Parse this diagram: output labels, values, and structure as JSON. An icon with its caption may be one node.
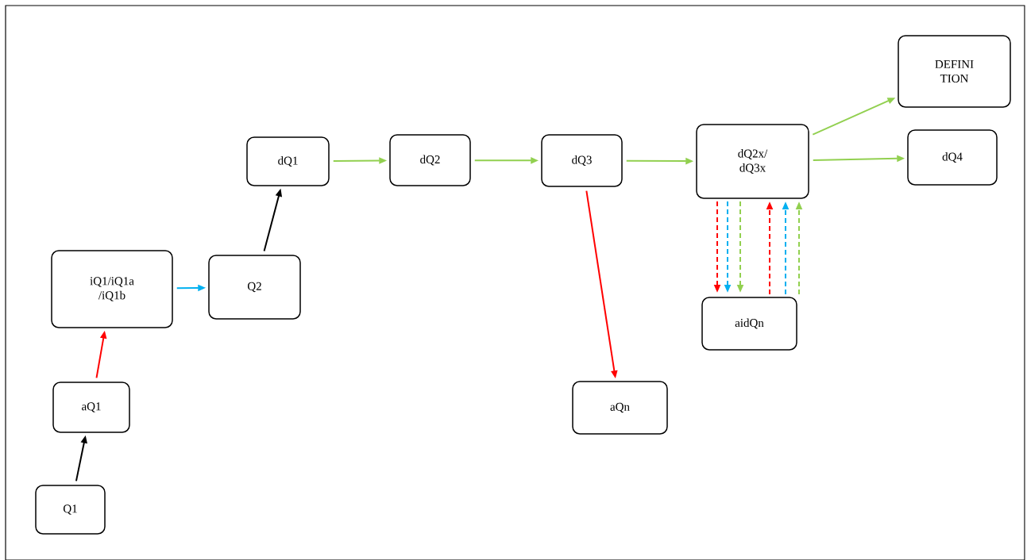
{
  "diagram": {
    "nodes": [
      {
        "text": [
          "Q1"
        ]
      },
      {
        "text": [
          "aQ1"
        ]
      },
      {
        "text": [
          "iQ1/iQ1a /iQ1b"
        ]
      },
      {
        "text": [
          "Q2"
        ]
      },
      {
        "text": [
          "dQ1"
        ]
      },
      {
        "text": [
          "dQ2"
        ]
      },
      {
        "text": [
          "dQ3"
        ]
      },
      {
        "text": [
          "dQ2x/ dQ3x"
        ]
      },
      {
        "text": [
          "DEFINI TION"
        ]
      },
      {
        "text": [
          "dQ4"
        ]
      },
      {
        "text": [
          "aidQn"
        ]
      },
      {
        "text": [
          "aQn"
        ]
      }
    ],
    "edges": [
      {
        "from": 0,
        "to": 1,
        "arrow": "to",
        "color": "#000000"
      },
      {
        "from": 1,
        "to": 2,
        "arrow": "to",
        "color": "#ff0000"
      },
      {
        "from": 2,
        "to": 3,
        "arrow": "to",
        "color": "#00b0f0"
      },
      {
        "from": 3,
        "to": 4,
        "arrow": "to",
        "color": "#000000"
      },
      {
        "from": 4,
        "to": 5,
        "arrow": "to"
      },
      {
        "from": 5,
        "to": 6,
        "arrow": "to"
      },
      {
        "from": 6,
        "to": 7,
        "arrow": "to"
      },
      {
        "from": 7,
        "to": 8,
        "arrow": "to"
      },
      {
        "from": 7,
        "to": 9,
        "arrow": "to"
      },
      {
        "from": 6,
        "to": 11,
        "arrow": "to",
        "color": "#ff0000"
      },
      {
        "from": 7,
        "to": 10,
        "arrow": "to",
        "style": "dashed",
        "color": "#ff0000"
      },
      {
        "from": 7,
        "to": 10,
        "arrow": "to",
        "style": "dashed",
        "color": "#00b0f0"
      },
      {
        "from": 7,
        "to": 10,
        "arrow": "to",
        "style": "dashed"
      },
      {
        "from": 10,
        "to": 7,
        "arrow": "to",
        "style": "dashed",
        "color": "#ff0000"
      },
      {
        "from": 10,
        "to": 7,
        "arrow": "to",
        "style": "dashed",
        "color": "#00b0f0"
      },
      {
        "from": 10,
        "to": 7,
        "arrow": "to",
        "style": "dashed"
      }
    ]
  }
}
